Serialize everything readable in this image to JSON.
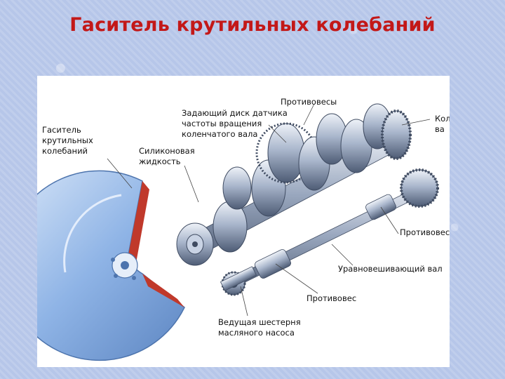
{
  "title": "Гаситель крутильных колебаний",
  "labels": {
    "damper": "Гаситель\nкрутильных\nколебаний",
    "counterweights": "Противовесы",
    "sensor_disc": "Задающий диск датчика\nчастоты вращения\nколенчатого вала",
    "crankshaft": "Коленчатый ва",
    "silicone": "Силиконовая\nжидкость",
    "counterweight_right": "Противовес",
    "balance_shaft": "Уравновешивающий вал",
    "counterweight_bottom": "Противовес",
    "oil_pump_gear": "Ведущая шестерня\nмасляного насоса"
  },
  "colors": {
    "title": "#c31818",
    "metal_light": "#dfe6f2",
    "metal_dark": "#5b6b86",
    "disc_blue": "#8fb4e6",
    "cut_red": "#c0392b"
  }
}
